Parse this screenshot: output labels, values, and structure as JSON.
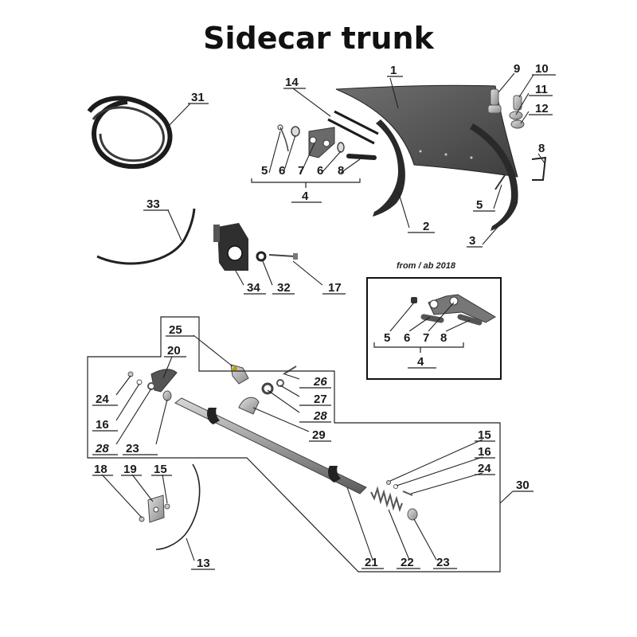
{
  "title": "Sidecar trunk",
  "inset_note": "from / ab 2018",
  "callouts": [
    {
      "id": "c1",
      "text": "1"
    },
    {
      "id": "c2",
      "text": "2"
    },
    {
      "id": "c3",
      "text": "3"
    },
    {
      "id": "c4",
      "text": "4"
    },
    {
      "id": "c5a",
      "text": "5"
    },
    {
      "id": "c6a",
      "text": "6"
    },
    {
      "id": "c7a",
      "text": "7"
    },
    {
      "id": "c6b",
      "text": "6"
    },
    {
      "id": "c8a",
      "text": "8"
    },
    {
      "id": "c5b",
      "text": "5"
    },
    {
      "id": "c8b",
      "text": "8"
    },
    {
      "id": "c9",
      "text": "9"
    },
    {
      "id": "c10",
      "text": "10"
    },
    {
      "id": "c11",
      "text": "11"
    },
    {
      "id": "c12",
      "text": "12"
    },
    {
      "id": "c14",
      "text": "14"
    },
    {
      "id": "c31",
      "text": "31"
    },
    {
      "id": "c33",
      "text": "33"
    },
    {
      "id": "c34",
      "text": "34"
    },
    {
      "id": "c32",
      "text": "32"
    },
    {
      "id": "c17",
      "text": "17"
    },
    {
      "id": "c5c",
      "text": "5"
    },
    {
      "id": "c6c",
      "text": "6"
    },
    {
      "id": "c7c",
      "text": "7"
    },
    {
      "id": "c8c",
      "text": "8"
    },
    {
      "id": "c4b",
      "text": "4"
    },
    {
      "id": "c25",
      "text": "25"
    },
    {
      "id": "c20",
      "text": "20"
    },
    {
      "id": "c24a",
      "text": "24"
    },
    {
      "id": "c16a",
      "text": "16"
    },
    {
      "id": "c28a",
      "text": "28"
    },
    {
      "id": "c23a",
      "text": "23"
    },
    {
      "id": "c26",
      "text": "26"
    },
    {
      "id": "c27",
      "text": "27"
    },
    {
      "id": "c28b",
      "text": "28"
    },
    {
      "id": "c29",
      "text": "29"
    },
    {
      "id": "c18",
      "text": "18"
    },
    {
      "id": "c19",
      "text": "19"
    },
    {
      "id": "c15a",
      "text": "15"
    },
    {
      "id": "c13",
      "text": "13"
    },
    {
      "id": "c15b",
      "text": "15"
    },
    {
      "id": "c16b",
      "text": "16"
    },
    {
      "id": "c24b",
      "text": "24"
    },
    {
      "id": "c30",
      "text": "30"
    },
    {
      "id": "c21",
      "text": "21"
    },
    {
      "id": "c22",
      "text": "22"
    },
    {
      "id": "c23b",
      "text": "23"
    }
  ]
}
